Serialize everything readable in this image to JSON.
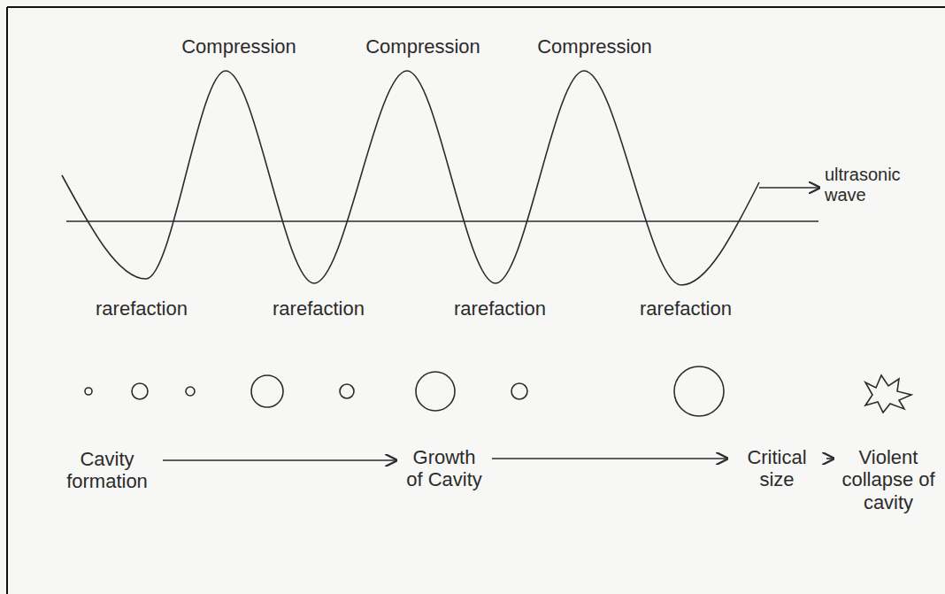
{
  "diagram": {
    "nodes": [
      {
        "text": [
          "Cavity formation"
        ]
      },
      {
        "text": [
          "Growth of Cavity"
        ]
      },
      {
        "text": [
          "Critical size"
        ]
      },
      {
        "text": [
          "Violent collapse of cavity"
        ]
      }
    ],
    "edges": [
      {
        "from": 0,
        "to": 1,
        "arrow": "to"
      },
      {
        "from": 1,
        "to": 2,
        "arrow": "to"
      },
      {
        "from": 2,
        "to": 3,
        "arrow": "to"
      }
    ],
    "labels": [
      "Compression",
      "Compression",
      "Compression",
      "rarefaction",
      "rarefaction",
      "rarefaction",
      "rarefaction",
      "ultrasonic wave"
    ]
  }
}
